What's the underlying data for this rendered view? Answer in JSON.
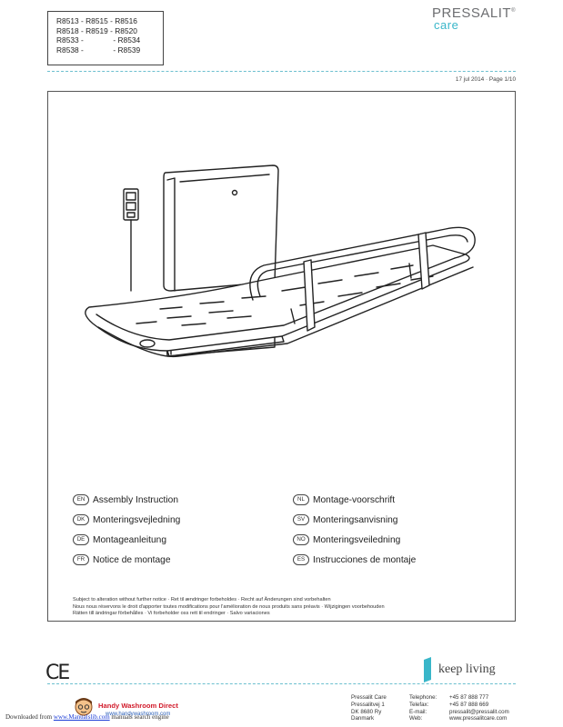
{
  "header": {
    "product_codes": [
      "R8513 - R8515 - R8516",
      "R8518 - R8519 - R8520",
      "R8533 -              - R8534",
      "R8538 -              - R8539"
    ],
    "brand": "PRESSALIT",
    "brand_mark": "®",
    "brand_sub": "care",
    "date_page": "17 jul 2014 · Page 1/10"
  },
  "languages": {
    "left": [
      {
        "code": "EN",
        "title": "Assembly Instruction"
      },
      {
        "code": "DK",
        "title": "Monteringsvejledning"
      },
      {
        "code": "DE",
        "title": "Montageanleitung"
      },
      {
        "code": "FR",
        "title": "Notice de montage"
      }
    ],
    "right": [
      {
        "code": "NL",
        "title": "Montage-voorschrift"
      },
      {
        "code": "SV",
        "title": "Monteringsanvisning"
      },
      {
        "code": "NO",
        "title": "Monteringsveiledning"
      },
      {
        "code": "ES",
        "title": "Instrucciones de montaje"
      }
    ]
  },
  "notice": {
    "line1": "Subject to alteration without further notice · Ret til ændringer forbeholdes · Recht auf Änderungen sind vorbehalten",
    "line2": "Nous nous réservons le droit d'apporter toutes modifications pour l'amélioration de nous produits sans préavis · Wijzigingen voorbehouden",
    "line3": "Rätten till ändringar förbehålles · Vi forbeholder oss rett til endringer · Salvo variaciones"
  },
  "marks": {
    "ce": "CE",
    "slogan": "keep living"
  },
  "contact": {
    "company": [
      "Pressalit Care",
      "Pressalitvej 1",
      "DK 8680 Ry",
      "Danmark"
    ],
    "labels": [
      "Telephone:",
      "Telefax:",
      "E-mail:",
      "Web:"
    ],
    "values": [
      "+45 87 888 777",
      "+45 87 888 669",
      "pressalit@pressalit.com",
      "www.pressalitcare.com"
    ]
  },
  "footer": {
    "prefix": "Downloaded from",
    "link": "www.Manualslib.com",
    "suffix": " manuals search engine",
    "dealer": "Handy Washroom Direct",
    "dealer_url": "www.handywashroom.com"
  },
  "colors": {
    "accent": "#39b6c9",
    "frame": "#555555"
  }
}
